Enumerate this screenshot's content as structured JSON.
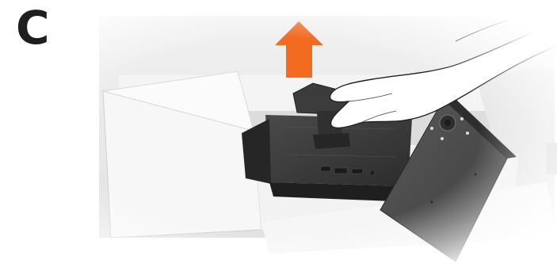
{
  "step_label": "C",
  "illustration": {
    "subject": "monitor-stand-removal",
    "arrow_direction": "up",
    "colors": {
      "arrow": "#f26b21",
      "box": "#ececec",
      "monitor": "#3a3a3a",
      "stand": "#454545",
      "hand_outline": "#222222"
    }
  }
}
